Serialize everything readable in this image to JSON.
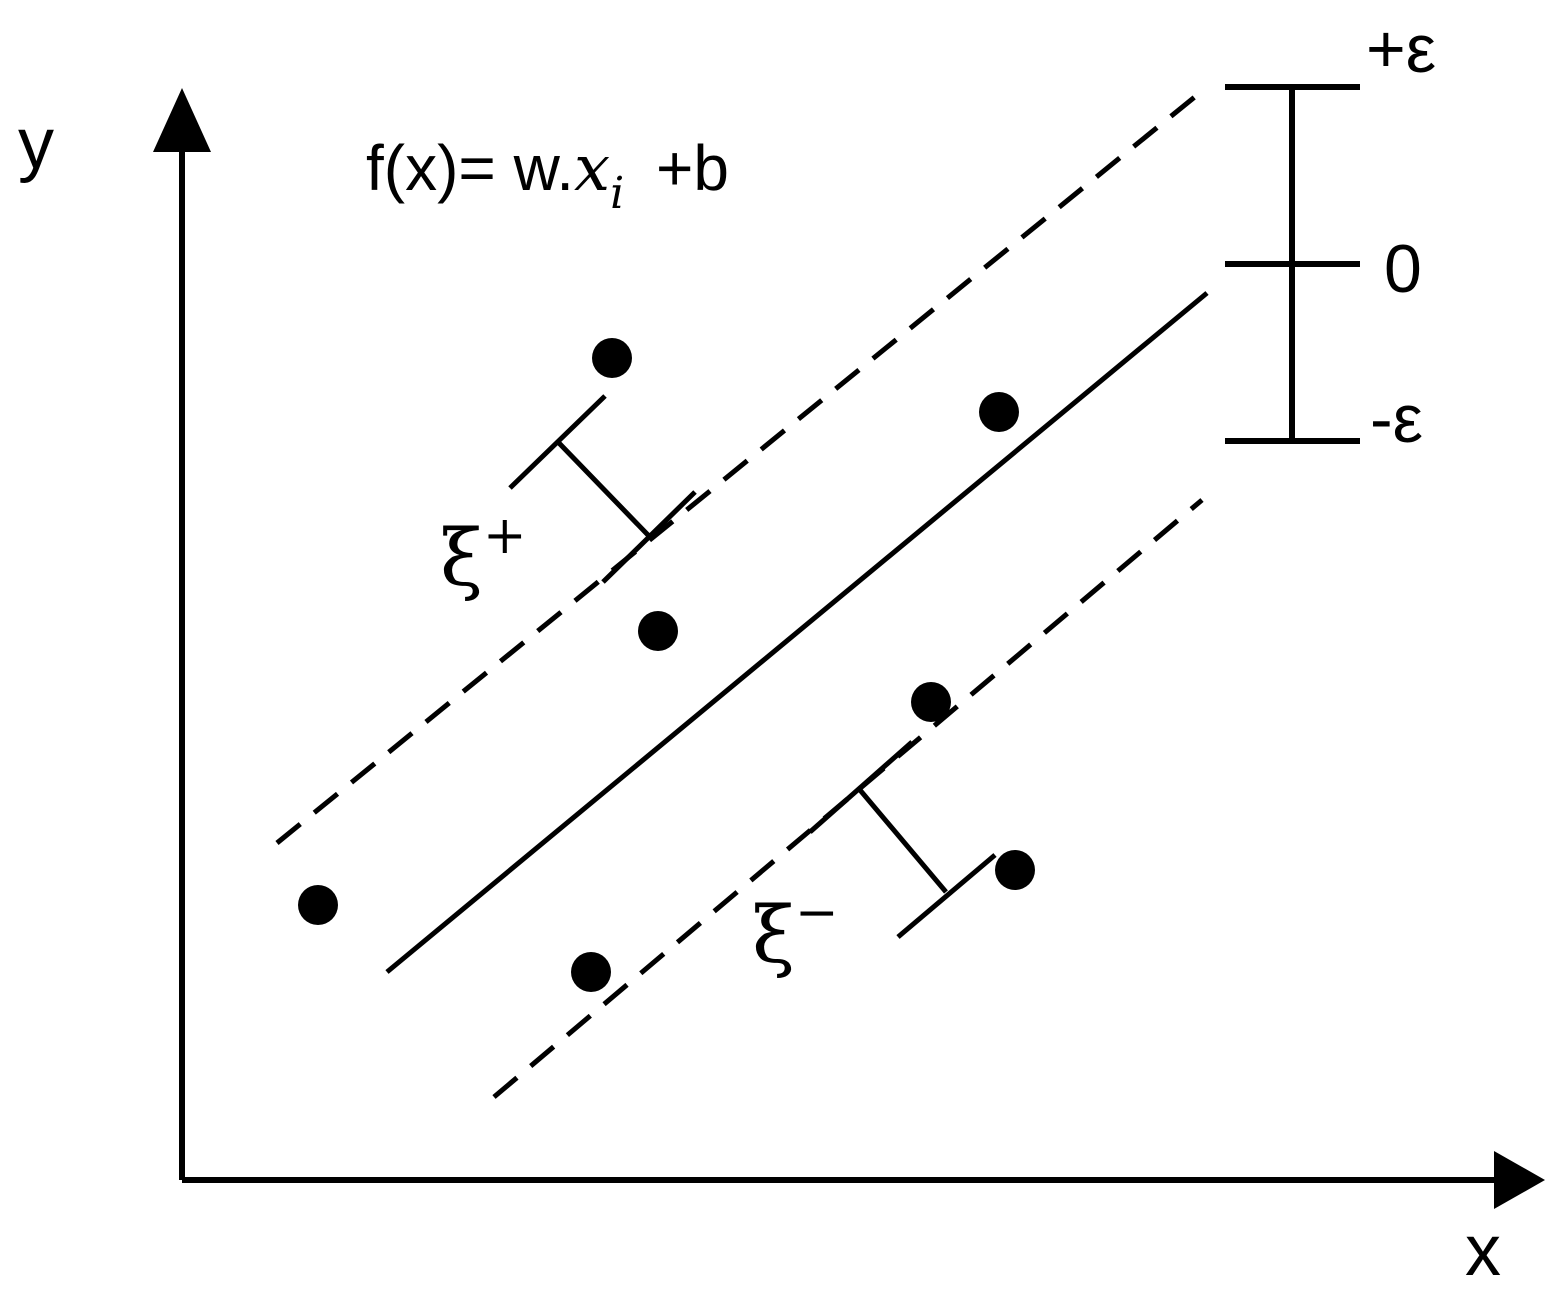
{
  "axes": {
    "x_label": "x",
    "y_label": "y"
  },
  "formula": {
    "prefix": "f(x)= w.",
    "var": "x",
    "sub": "i",
    "suffix": " +b"
  },
  "scale": {
    "plus_eps": "+ε",
    "zero": "0",
    "minus_eps": "-ε"
  },
  "slack": {
    "plus": {
      "symbol": "ξ",
      "sup": "+"
    },
    "minus": {
      "symbol": "ξ",
      "sup": "−"
    }
  },
  "colors": {
    "ink": "#000000",
    "background": "#ffffff"
  }
}
